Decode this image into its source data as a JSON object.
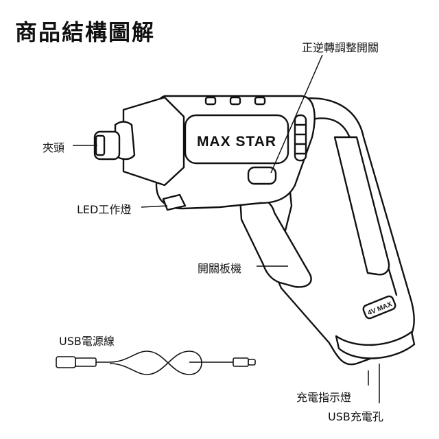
{
  "title": "商品結構圖解",
  "brand": "MAX STAR",
  "battery_badge": "4V MAX",
  "labels": {
    "switch": "正逆轉調整開關",
    "chuck": "夾頭",
    "led": "LED工作燈",
    "trigger": "開關板機",
    "usb_cable": "USB電源線",
    "charge_indicator": "充電指示燈",
    "usb_port": "USB充電孔"
  }
}
